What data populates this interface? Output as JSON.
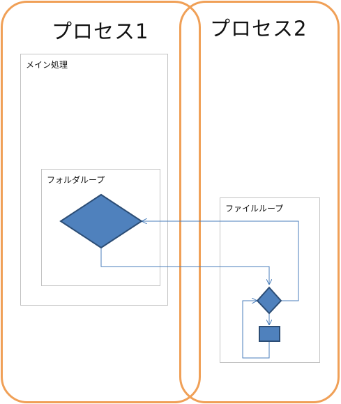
{
  "process1": {
    "title": "プロセス1"
  },
  "process2": {
    "title": "プロセス2"
  },
  "groups": {
    "main": "メイン処理",
    "folder_loop": "フォルダループ",
    "file_loop": "ファイルループ"
  },
  "colors": {
    "process_border": "#f0a057",
    "group_border": "#c3c3c3",
    "shape_fill": "#4f81bd",
    "shape_stroke": "#2c4d75",
    "connector": "#4a7ebb"
  }
}
